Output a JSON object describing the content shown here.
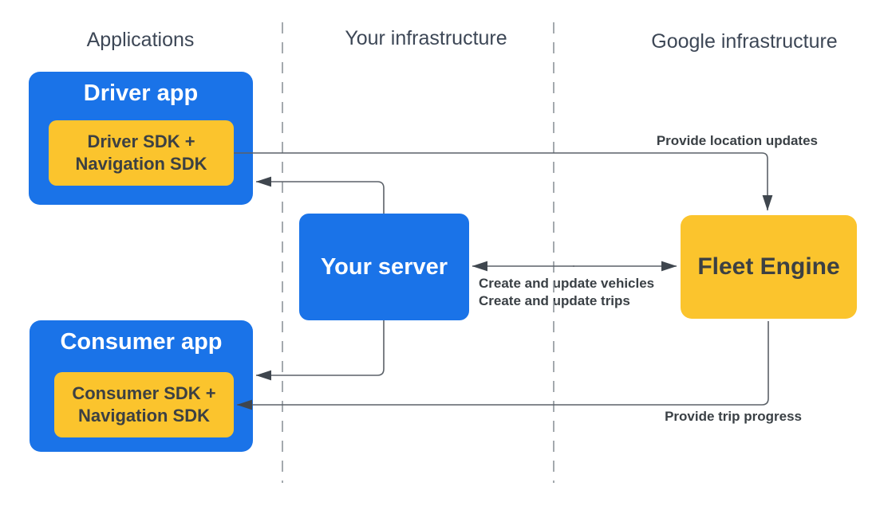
{
  "columns": [
    {
      "id": "applications",
      "label": "Applications"
    },
    {
      "id": "your_infrastructure",
      "label": "Your infrastructure"
    },
    {
      "id": "google_infrastructure",
      "label": "Google infrastructure"
    }
  ],
  "nodes": {
    "driver_app": {
      "title": "Driver app",
      "sdk_line1": "Driver SDK +",
      "sdk_line2": "Navigation SDK"
    },
    "consumer_app": {
      "title": "Consumer app",
      "sdk_line1": "Consumer SDK +",
      "sdk_line2": "Navigation SDK"
    },
    "your_server": {
      "title": "Your server"
    },
    "fleet_engine": {
      "title": "Fleet Engine"
    }
  },
  "edges": {
    "provide_location_updates": {
      "label": "Provide location updates",
      "from": "driver_sdk",
      "to": "fleet_engine",
      "direction": "one-way"
    },
    "server_to_driver_app": {
      "label": "",
      "from": "your_server",
      "to": "driver_app",
      "direction": "one-way"
    },
    "server_fleet_engine": {
      "label_line1": "Create and update vehicles",
      "label_line2": "Create and update trips",
      "from": "your_server",
      "to": "fleet_engine",
      "direction": "two-way"
    },
    "server_to_consumer_app": {
      "label": "",
      "from": "your_server",
      "to": "consumer_app",
      "direction": "one-way"
    },
    "provide_trip_progress": {
      "label": "Provide trip progress",
      "from": "fleet_engine",
      "to": "consumer_sdk",
      "direction": "one-way"
    }
  },
  "colors": {
    "box_blue": "#1A73E8",
    "box_yellow": "#FBC42D",
    "dark_text": "#3C4043",
    "header_text": "#3D4756",
    "connector_line": "#5B6168",
    "arrowhead": "#3F464E",
    "dashed_divider": "#9AA0A6",
    "background": "#FFFFFF"
  }
}
